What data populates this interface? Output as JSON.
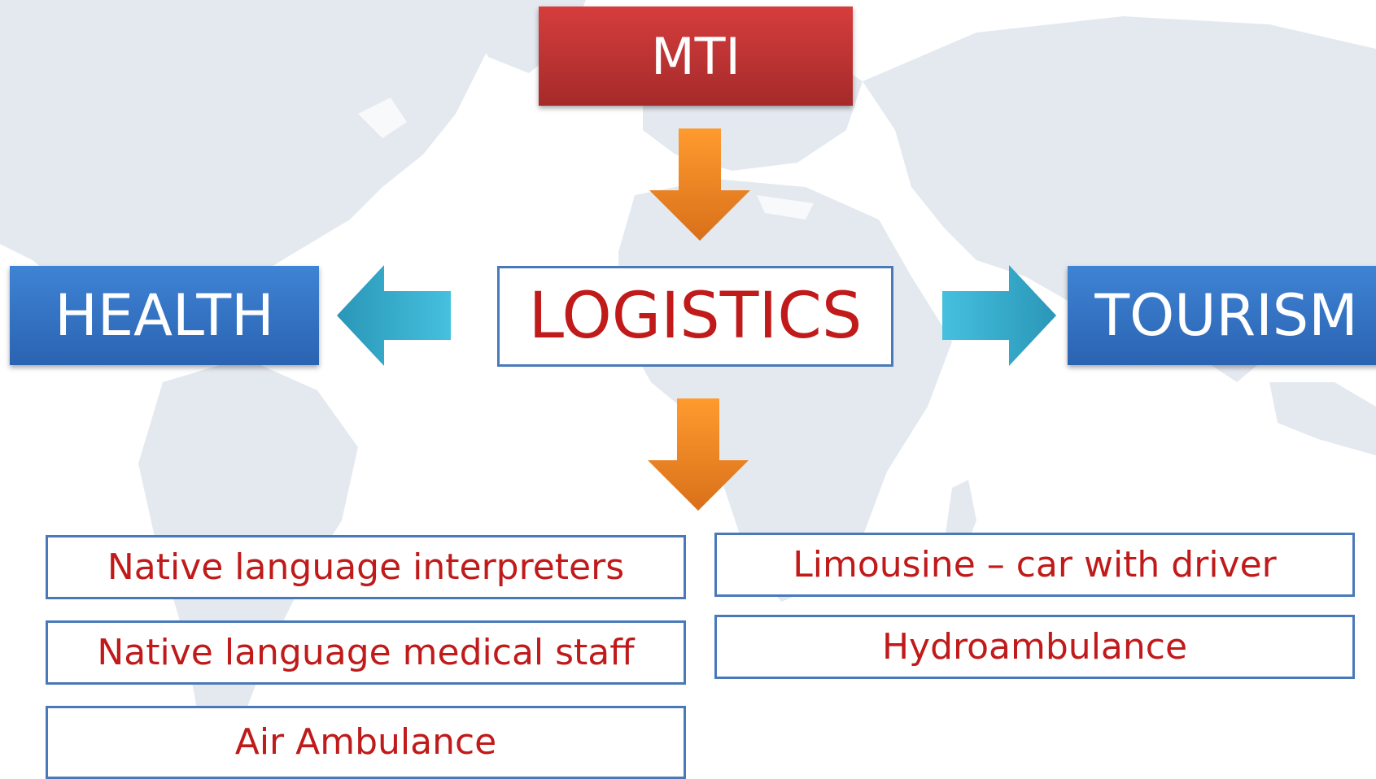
{
  "nodes": {
    "top": "MTI",
    "center": "LOGISTICS",
    "left": "HEALTH",
    "right": "TOURISM"
  },
  "services": {
    "health": [
      "Native language interpreters",
      "Native language medical staff",
      "Air Ambulance"
    ],
    "tourism": [
      "Limousine – car with driver",
      "Hydroambulance"
    ]
  },
  "colors": {
    "top_box": "#c53636",
    "side_boxes": "#3571c4",
    "center_border": "#4a79b9",
    "text_red": "#c01a1a",
    "arrow_orange": "#f08a24",
    "arrow_teal": "#35aacc",
    "map_land": "#e3e8ef"
  },
  "icons": {
    "down_arrow": "orange-down-arrow-icon",
    "left_arrow": "teal-left-arrow-icon",
    "right_arrow": "teal-right-arrow-icon"
  }
}
